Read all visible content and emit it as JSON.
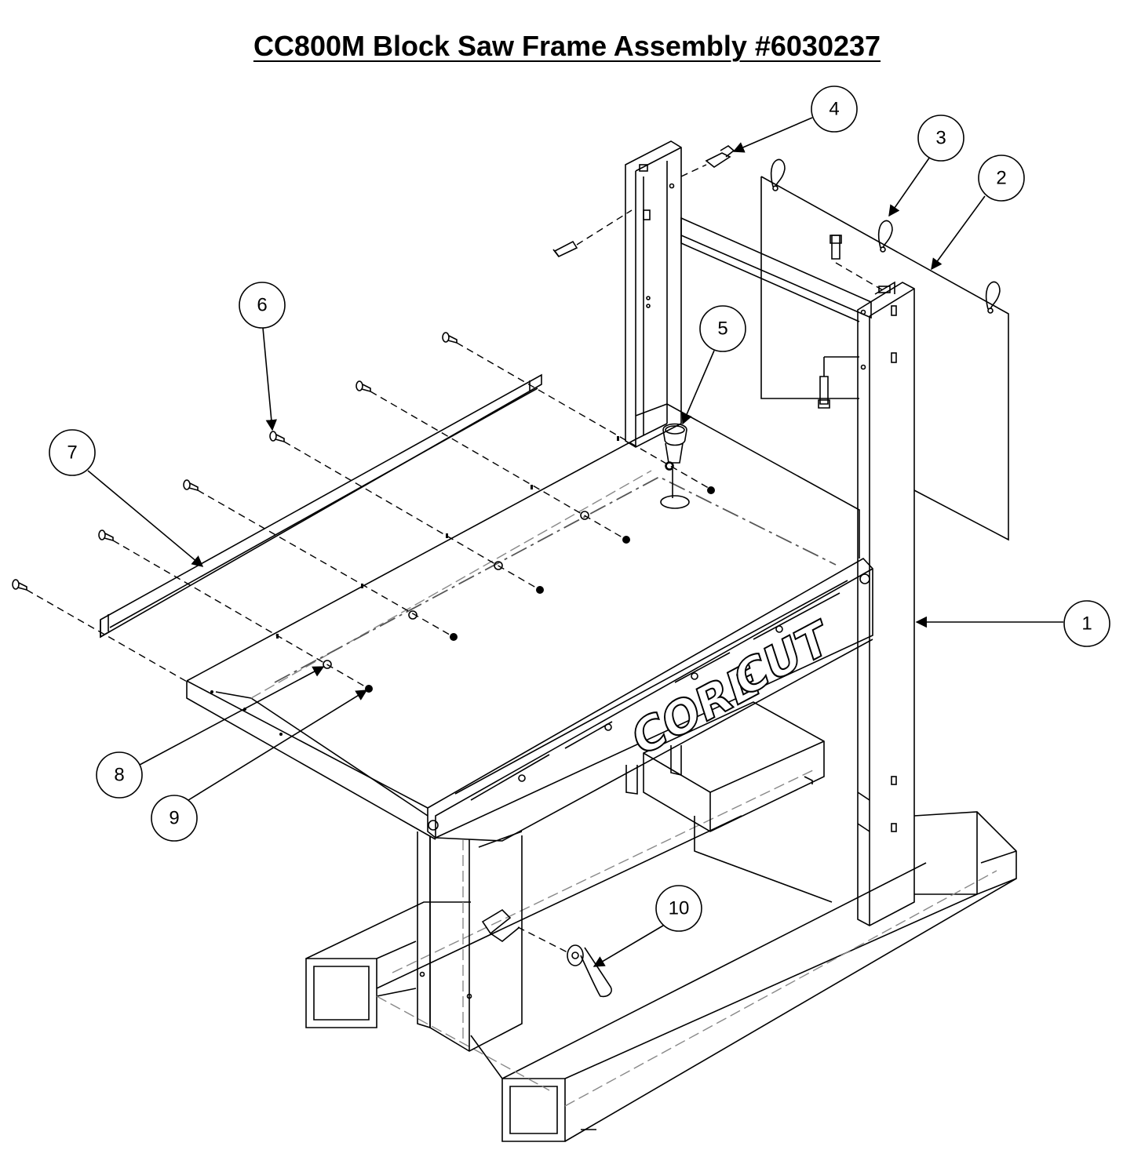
{
  "title": "CC800M Block Saw Frame Assembly #6030237",
  "logo": {
    "part1": "CORE",
    "part2": "CUT"
  },
  "callouts": [
    {
      "number": "1"
    },
    {
      "number": "2"
    },
    {
      "number": "3"
    },
    {
      "number": "4"
    },
    {
      "number": "5"
    },
    {
      "number": "6"
    },
    {
      "number": "7"
    },
    {
      "number": "8"
    },
    {
      "number": "9"
    },
    {
      "number": "10"
    }
  ]
}
